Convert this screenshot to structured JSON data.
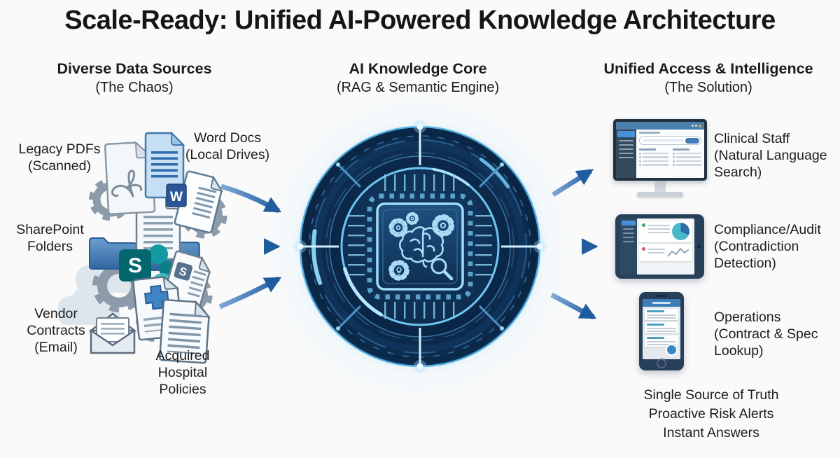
{
  "title": "Scale-Ready: Unified AI-Powered Knowledge Architecture",
  "columns": {
    "sources": {
      "title": "Diverse Data Sources",
      "subtitle": "(The Chaos)"
    },
    "core": {
      "title": "AI Knowledge Core",
      "subtitle": "(RAG & Semantic Engine)"
    },
    "access": {
      "title": "Unified Access & Intelligence",
      "subtitle": "(The Solution)"
    }
  },
  "source_labels": {
    "legacy_pdfs": "Legacy PDFs\n(Scanned)",
    "word_docs": "Word Docs\n(Local Drives)",
    "sharepoint": "SharePoint\nFolders",
    "vendor_contracts": "Vendor\nContracts\n(Email)",
    "acquired_policies": "Acquired\nHospital\nPolicies"
  },
  "badges": {
    "word_doc": "W",
    "sharepoint_logo": "S",
    "s_document": "S"
  },
  "access_labels": {
    "clinical": "Clinical Staff\n(Natural Language\nSearch)",
    "compliance": "Compliance/Audit\n(Contradiction\nDetection)",
    "operations": "Operations\n(Contract & Spec\nLookup)"
  },
  "benefits": [
    "Single Source of Truth",
    "Proactive Risk Alerts",
    "Instant Answers"
  ],
  "icons": {
    "pdf_document_icon": "document-with-acrobat-swirl",
    "word_document_icon": "document-with-W-badge",
    "blue_document_icon": "lined-document",
    "s_document_icon": "document-with-S-badge",
    "sharepoint_icon": "teal-S-tile-with-circles",
    "folder_icon": "blue-folder",
    "gear_icon": "gray-gear",
    "cloud_icon": "cloud",
    "envelope_icon": "open-envelope-with-letter",
    "medical_document_icon": "document-with-cross",
    "chip_icon": "cpu-chip",
    "brain_icon": "brain-outline",
    "magnifier_icon": "magnifying-glass",
    "lightbulb_gear_icon": "gear-with-bulb",
    "monitor_icon": "desktop-monitor",
    "tablet_icon": "tablet",
    "phone_icon": "smartphone",
    "arrow_icon": "flow-arrow"
  },
  "colors": {
    "arrow_blue_dark": "#1f5c9e",
    "arrow_blue_light": "#7fa9d6",
    "core_navy": "#0d2c4e",
    "core_cyan": "#6cc2ee",
    "core_glow": "#8fd2f4",
    "word_blue": "#2b579a",
    "sharepoint_teal": "#03686e",
    "folder_blue": "#3f76ad",
    "device_navy": "#26405a",
    "ui_accent_blue": "#4a90d9",
    "pie_teal": "#49b9c9",
    "pie_blue": "#2e6cab",
    "status_green": "#3aa76d",
    "status_red": "#d9546e",
    "fab_blue": "#3a87c8",
    "monitor_dot_orange": "#e8a33d"
  }
}
